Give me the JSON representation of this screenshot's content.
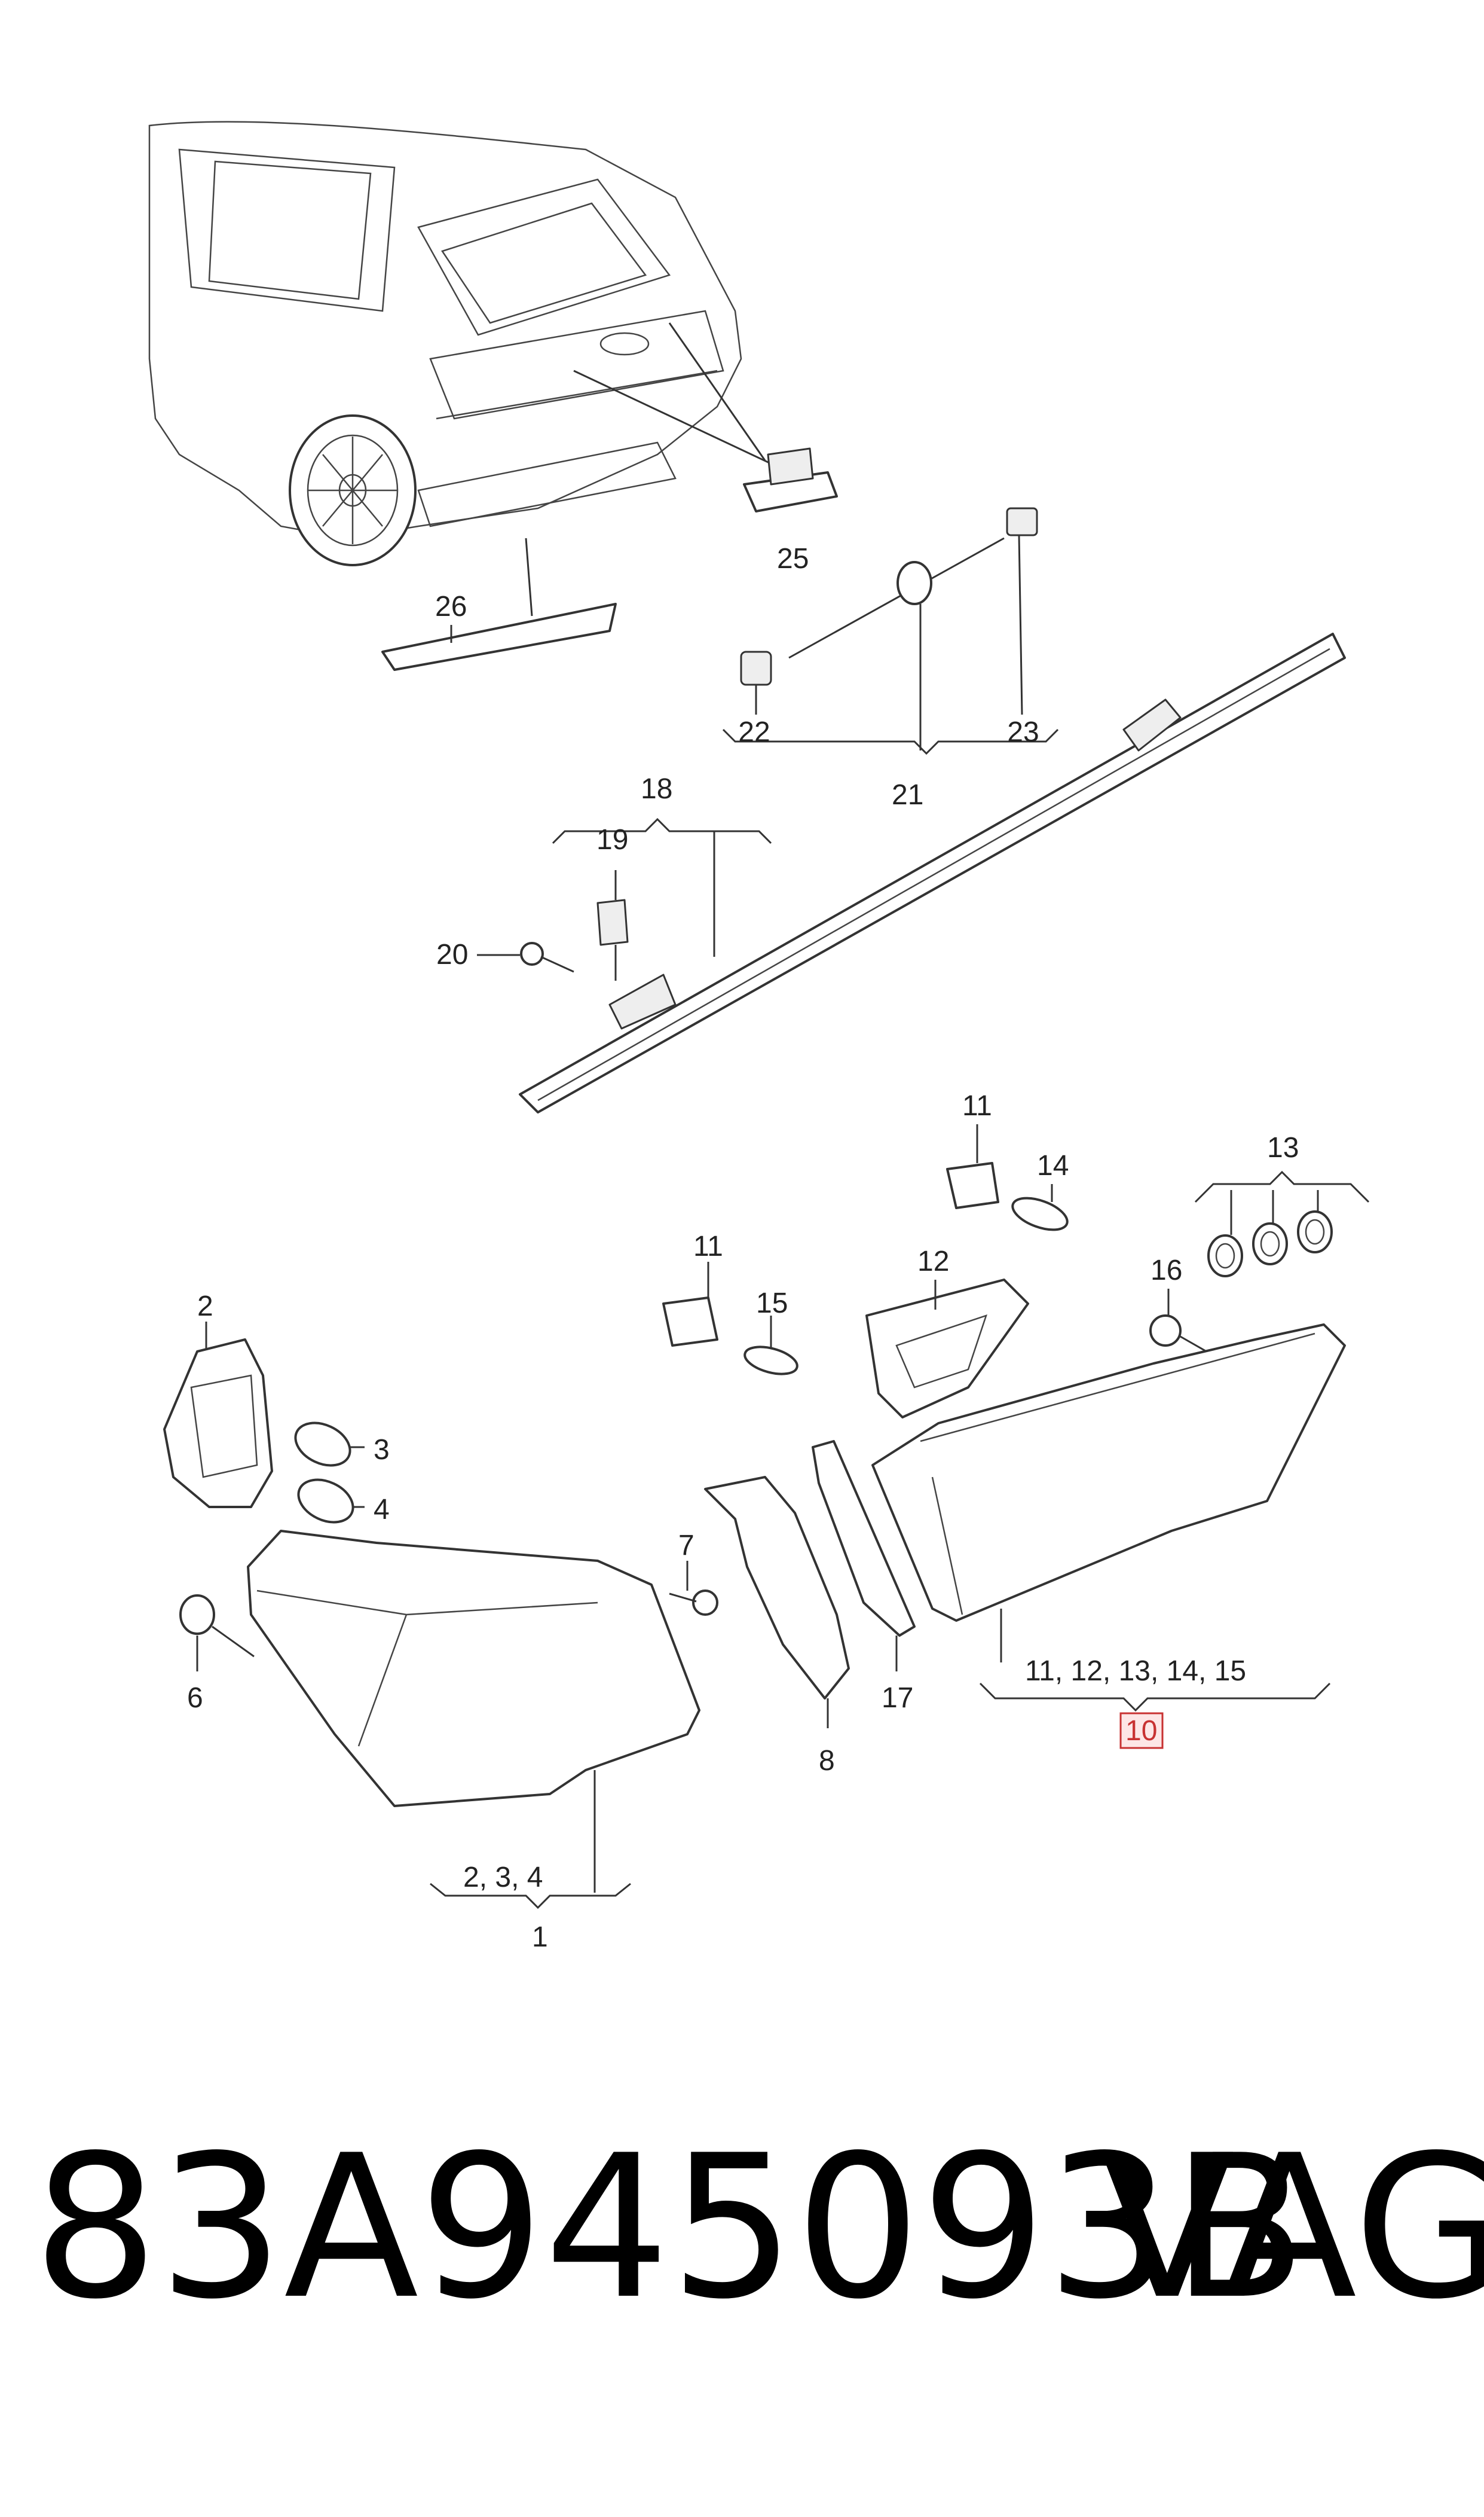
{
  "callouts": {
    "c1": "1",
    "c2": "2",
    "c3": "3",
    "c4": "4",
    "c6": "6",
    "c7": "7",
    "c8": "8",
    "c10": "10",
    "c11a": "11",
    "c11b": "11",
    "c12": "12",
    "c13": "13",
    "c14": "14",
    "c15": "15",
    "c16": "16",
    "c17": "17",
    "c18": "18",
    "c19": "19",
    "c20": "20",
    "c21": "21",
    "c22": "22",
    "c23": "23",
    "c25": "25",
    "c26": "26",
    "g1": "2, 3, 4",
    "g10": "11, 12, 13, 14, 15"
  },
  "highlight_color": "#c83232",
  "footer": {
    "part_number": "83A945093B",
    "brand": "VAG"
  }
}
